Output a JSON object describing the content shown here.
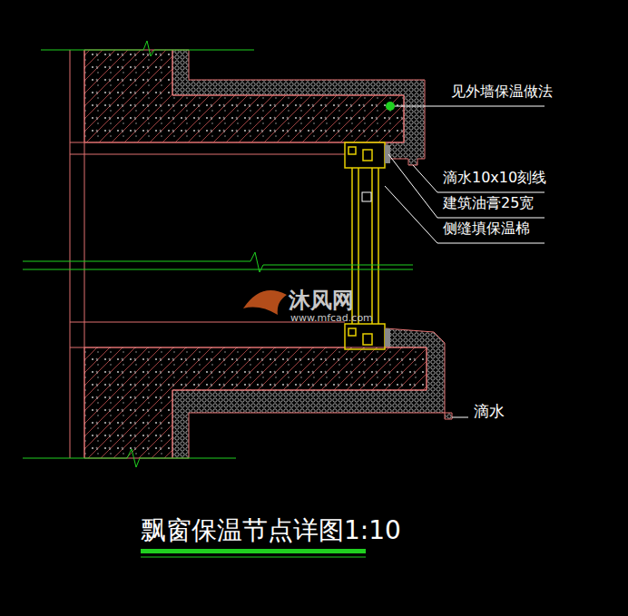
{
  "diagram": {
    "title": "飘窗保温节点详图1:10",
    "labels": [
      "见外墙保温做法",
      "滴水10x10刻线",
      "建筑油膏25宽",
      "侧缝填保温棉",
      "滴水",
      "沐风网",
      "www.mfcad.com"
    ]
  }
}
